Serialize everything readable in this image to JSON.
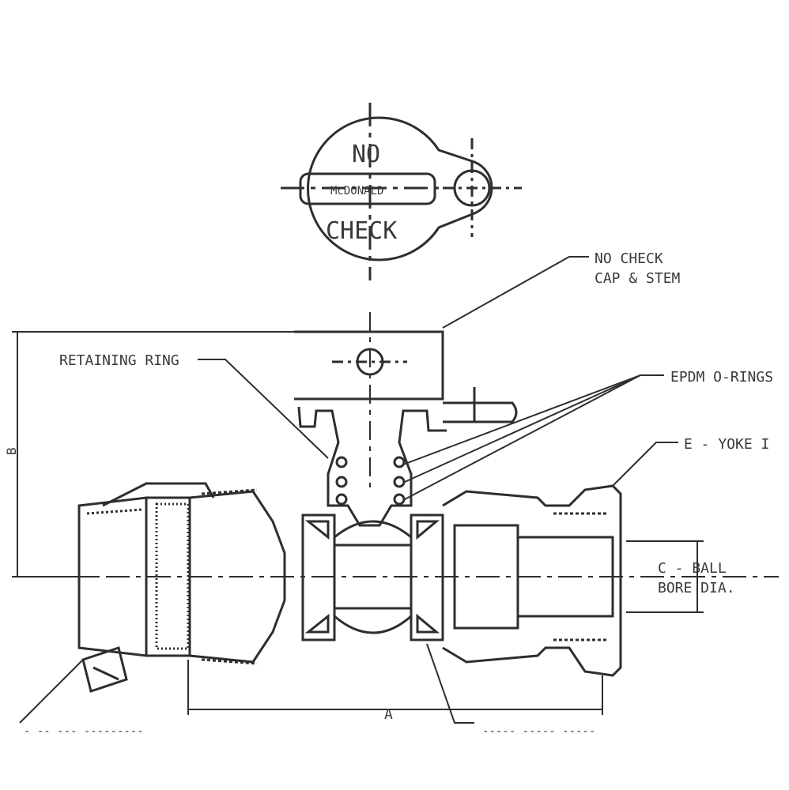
{
  "top_view": {
    "label_top": "NO",
    "label_bottom": "CHECK",
    "handle_text": "McDONALD"
  },
  "callouts": {
    "no_check_cap_stem": [
      "NO CHECK",
      "CAP & STEM"
    ],
    "retaining_ring": "RETAINING RING",
    "epdm_o_rings": "EPDM O-RINGS",
    "yoke": "E - YOKE I",
    "ball_bore": [
      "C - BALL",
      "BORE DIA."
    ],
    "dim_a": "A",
    "dim_b": "B",
    "bottom_left_partial": "- -- --- ---------",
    "bottom_right_partial": "----- ----- -----"
  },
  "colors": {
    "line": "#2e2e2e",
    "text": "#3a3a3a",
    "background": "#ffffff"
  }
}
